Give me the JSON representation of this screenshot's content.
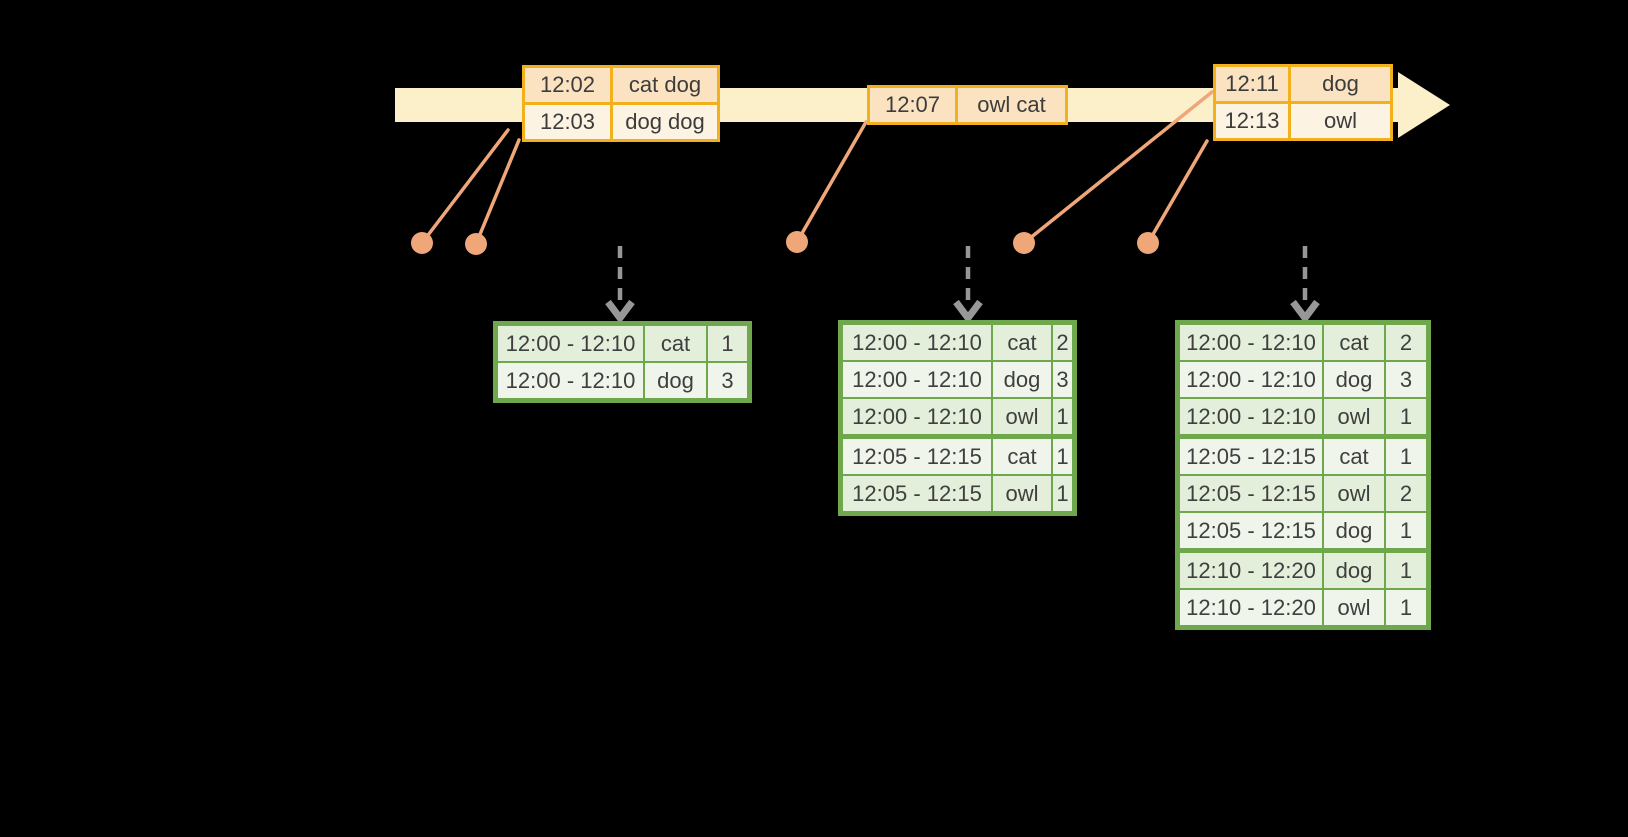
{
  "colors": {
    "background": "#000000",
    "timeline_fill": "#fbf0ca",
    "event_table_border": "#f2b01d",
    "event_row_dark": "#fbe3c2",
    "event_row_light": "#fdf3e2",
    "connector_salmon": "#efa679",
    "trigger_arrow_gray": "#979797",
    "result_table_border": "#6fa84c",
    "result_row_dark": "#e3efda",
    "result_row_light": "#f0f5eb",
    "text": "#3f3f3f"
  },
  "event_tables": [
    {
      "rows": [
        {
          "time": "12:02",
          "words": "cat dog"
        },
        {
          "time": "12:03",
          "words": "dog dog"
        }
      ]
    },
    {
      "rows": [
        {
          "time": "12:07",
          "words": "owl cat"
        }
      ]
    },
    {
      "rows": [
        {
          "time": "12:11",
          "words": "dog"
        },
        {
          "time": "12:13",
          "words": "owl"
        }
      ]
    }
  ],
  "result_tables": [
    {
      "rows": [
        {
          "window": "12:00 - 12:10",
          "word": "cat",
          "count": "1"
        },
        {
          "window": "12:00 - 12:10",
          "word": "dog",
          "count": "3"
        }
      ]
    },
    {
      "rows": [
        {
          "window": "12:00 - 12:10",
          "word": "cat",
          "count": "2"
        },
        {
          "window": "12:00 - 12:10",
          "word": "dog",
          "count": "3"
        },
        {
          "window": "12:00 - 12:10",
          "word": "owl",
          "count": "1"
        },
        {
          "window": "12:05 - 12:15",
          "word": "cat",
          "count": "1"
        },
        {
          "window": "12:05 - 12:15",
          "word": "owl",
          "count": "1"
        }
      ]
    },
    {
      "rows": [
        {
          "window": "12:00 - 12:10",
          "word": "cat",
          "count": "2"
        },
        {
          "window": "12:00 - 12:10",
          "word": "dog",
          "count": "3"
        },
        {
          "window": "12:00 - 12:10",
          "word": "owl",
          "count": "1"
        },
        {
          "window": "12:05 - 12:15",
          "word": "cat",
          "count": "1"
        },
        {
          "window": "12:05 - 12:15",
          "word": "owl",
          "count": "2"
        },
        {
          "window": "12:05 - 12:15",
          "word": "dog",
          "count": "1"
        },
        {
          "window": "12:10 - 12:20",
          "word": "dog",
          "count": "1"
        },
        {
          "window": "12:10 - 12:20",
          "word": "owl",
          "count": "1"
        }
      ]
    }
  ]
}
